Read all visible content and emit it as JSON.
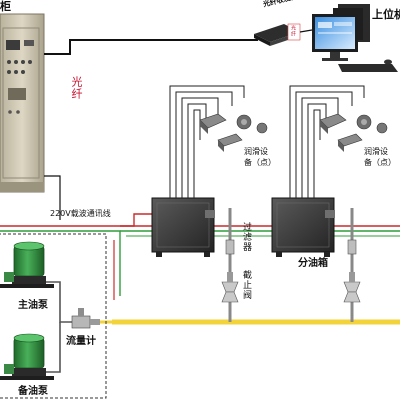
{
  "labels": {
    "control_cabinet_fragment": "柜",
    "fiber_optic": "光纤",
    "fiber_transceiver": "光纤收发器",
    "fiber_transceiver_side": "光纤",
    "host_computer": "上位机",
    "powerline": "220V载波通讯线",
    "lube_point_1": "润滑设备（点）",
    "lube_point_2": "润滑设备（点）",
    "filter": "过滤器",
    "stop_valve": "截止阀",
    "distribution_box": "分油箱",
    "main_pump": "主油泵",
    "backup_pump": "备油泵",
    "flow_meter": "流量计"
  },
  "colors": {
    "cabinet": "#cfc8b2",
    "box_dark": "#3a3a3a",
    "oil_line": "#f2d33a",
    "cable_red": "#cc2a2a",
    "cable_green": "#2f9e3a",
    "pump_green": "#2f8a3a",
    "label_red": "#c8102e"
  }
}
